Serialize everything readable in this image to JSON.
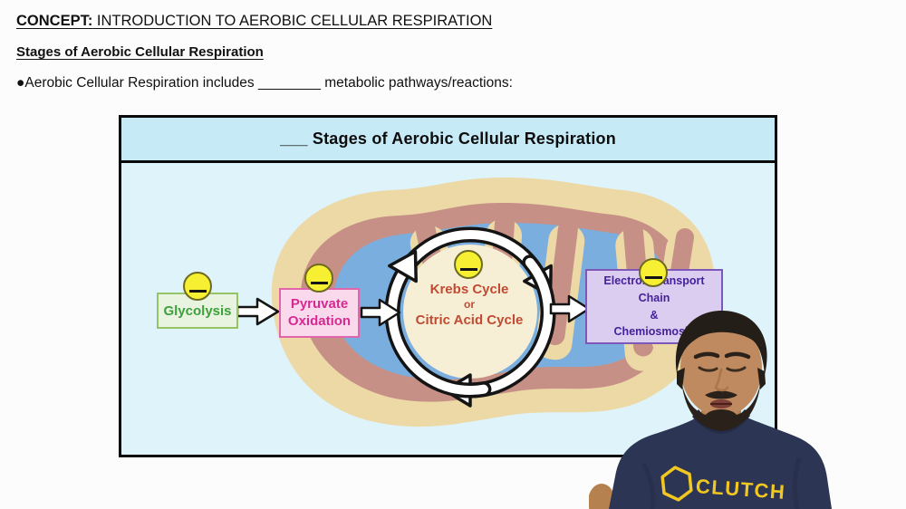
{
  "header": {
    "concept_label": "CONCEPT:",
    "concept_title": " INTRODUCTION TO AEROBIC CELLULAR RESPIRATION",
    "subtitle": "Stages of Aerobic Cellular Respiration",
    "bullet_glyph": "●",
    "bullet_pre": "Aerobic Cellular Respiration includes ",
    "bullet_blank": "________",
    "bullet_post": " metabolic pathways/reactions:"
  },
  "slide": {
    "title": "___ Stages of Aerobic Cellular Respiration",
    "stages": [
      {
        "name": "Glycolysis"
      },
      {
        "line1": "Pyruvate",
        "line2": "Oxidation"
      },
      {
        "line1": "Krebs Cycle",
        "line2": "or",
        "line3": "Citric Acid Cycle"
      },
      {
        "line1": "Electron Transport Chain",
        "line2": "&",
        "line3": "Chemiosmosis"
      }
    ],
    "badges": {
      "description": "yellow blank-number circle",
      "count": 4
    }
  },
  "presenter": {
    "logo_text": "CLUTCH"
  },
  "colors": {
    "slide_body_blue": "#def3fa",
    "slide_title_blue": "#c7eaf7",
    "mito_outer_cream": "#ecd9a6",
    "mito_inner_rose": "#c79087",
    "matrix_blue": "#7aaede",
    "krebs_circle_cream": "#f7eed6",
    "glycolysis_green": "#3da03c",
    "pyruvate_pink": "#d62a92",
    "krebs_red": "#c14b32",
    "etc_purple": "#45219b",
    "badge_yellow": "#f6ef32",
    "shirt_navy": "#2d3554",
    "logo_yellow": "#f2c722"
  }
}
